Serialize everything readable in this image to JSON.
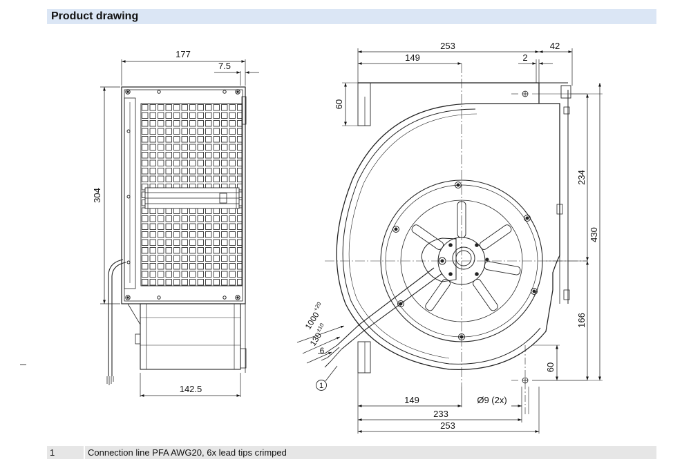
{
  "header": {
    "title": "Product drawing"
  },
  "side_view": {
    "width_label": "177",
    "offset_label": "7.5",
    "height_label": "304",
    "bottom_label": "142.5"
  },
  "front_view": {
    "top_width_label": "253",
    "top_149_label": "149",
    "top_2_label": "2",
    "top_42_label": "42",
    "left_60_label": "60",
    "right_234_label": "234",
    "right_430_label": "430",
    "right_166_label": "166",
    "right_60_label": "60",
    "bottom_149_label": "149",
    "bottom_hole_label": "Ø9 (2x)",
    "bottom_233_label": "233",
    "bottom_253_label": "253",
    "cable_1000_label": "1000",
    "cable_1000_tol": "+20",
    "cable_130_label": "130",
    "cable_130_tol": "±10",
    "cable_6_label": "6",
    "callout_label": "1"
  },
  "legend": {
    "items": [
      {
        "number": "1",
        "text": "Connection line PFA AWG20, 6x lead tips crimped"
      }
    ]
  }
}
